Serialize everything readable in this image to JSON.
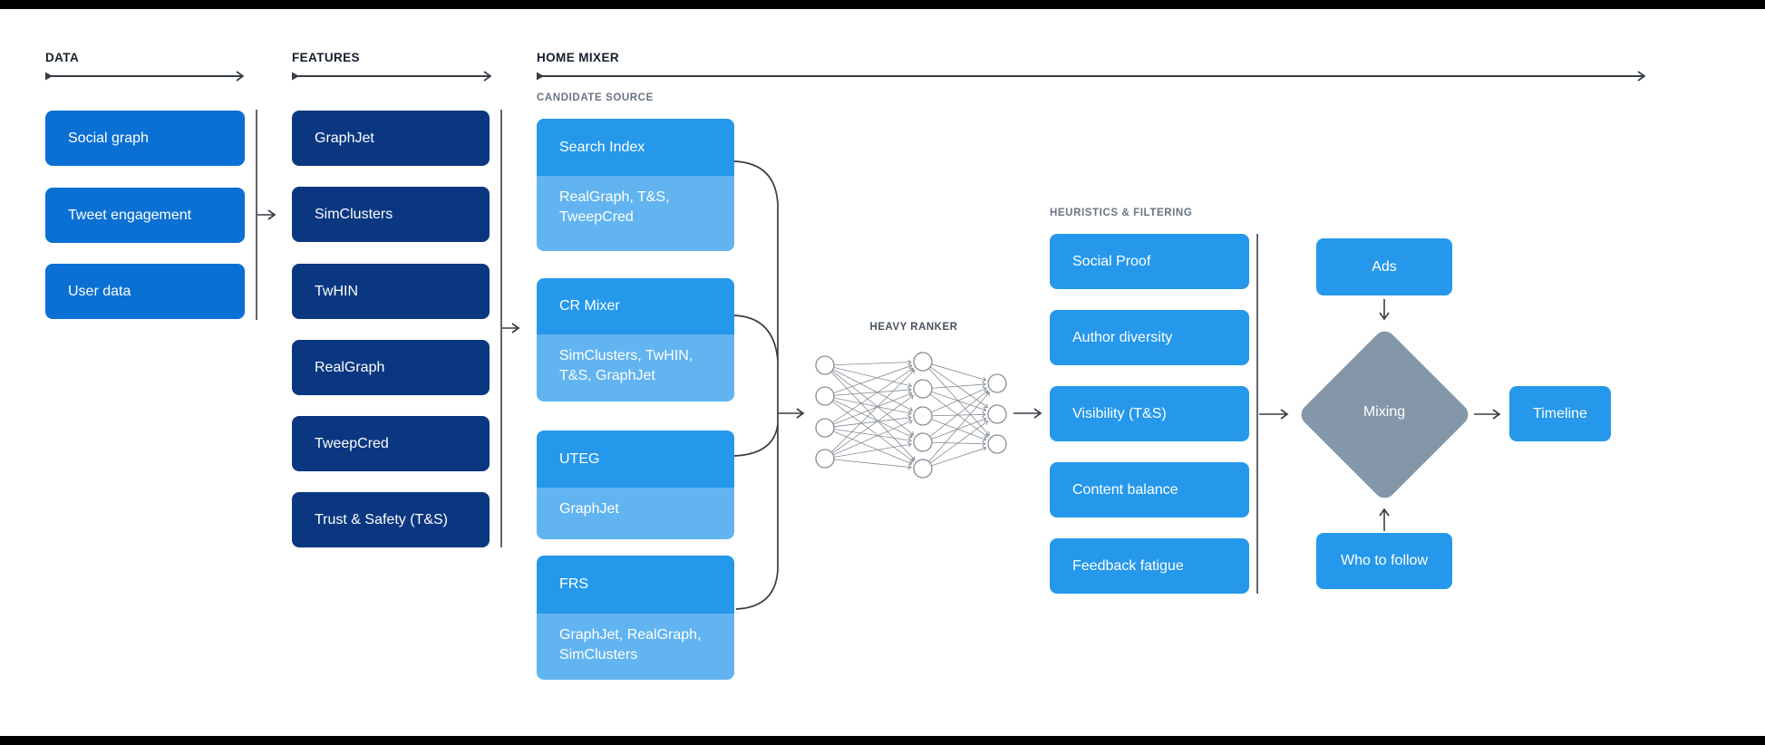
{
  "sections": {
    "data": {
      "label": "DATA",
      "items": [
        "Social graph",
        "Tweet engagement",
        "User data"
      ]
    },
    "features": {
      "label": "FEATURES",
      "items": [
        "GraphJet",
        "SimClusters",
        "TwHIN",
        "RealGraph",
        "TweepCred",
        "Trust & Safety (T&S)"
      ]
    },
    "home_mixer": {
      "label": "HOME MIXER",
      "candidate_source_label": "CANDIDATE SOURCE",
      "candidates": [
        {
          "name": "Search Index",
          "sources": "RealGraph, T&S, TweepCred"
        },
        {
          "name": "CR Mixer",
          "sources": "SimClusters, TwHIN, T&S, GraphJet"
        },
        {
          "name": "UTEG",
          "sources": "GraphJet"
        },
        {
          "name": "FRS",
          "sources": "GraphJet, RealGraph, SimClusters"
        }
      ],
      "heavy_ranker_label": "HEAVY RANKER",
      "heuristics_label": "HEURISTICS & FILTERING",
      "heuristics": [
        "Social Proof",
        "Author diversity",
        "Visibility (T&S)",
        "Content balance",
        "Feedback fatigue"
      ],
      "ads_label": "Ads",
      "mixing_label": "Mixing",
      "who_to_follow_label": "Who to follow",
      "timeline_label": "Timeline"
    }
  },
  "colors": {
    "data_box_blue": "#0b70d4",
    "features_box_navy": "#0a3780",
    "candidate_box_sky": "#2598eb",
    "candidate_sub_light": "#62b4f0",
    "mixing_diamond_gray": "#8397a9",
    "line_dark": "#383e45",
    "nn_gray": "#848c94",
    "header_text": "#141f2b",
    "sub_label_gray": "#6a7581",
    "background": "#ffffff",
    "bar_black": "#000000"
  }
}
